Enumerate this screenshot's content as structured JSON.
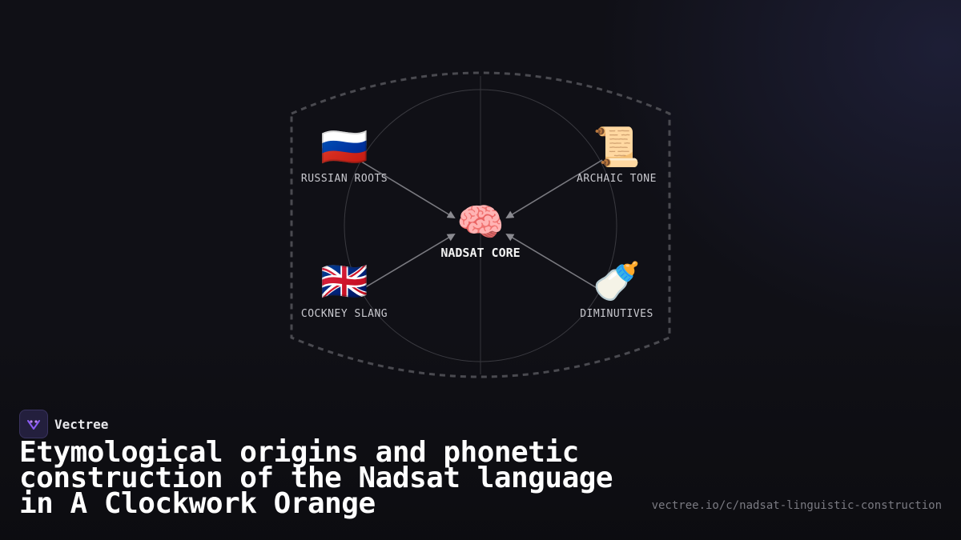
{
  "diagram": {
    "core": {
      "emoji": "🧠",
      "label": "NADSAT CORE"
    },
    "nodes": [
      {
        "emoji": "🇷🇺",
        "label": "RUSSIAN ROOTS"
      },
      {
        "emoji": "📜",
        "label": "ARCHAIC TONE"
      },
      {
        "emoji": "🇬🇧",
        "label": "COCKNEY SLANG"
      },
      {
        "emoji": "🍼",
        "label": "DIMINUTIVES"
      }
    ]
  },
  "brand": {
    "name": "Vectree"
  },
  "title": "Etymological origins and phonetic construction of the Nadsat language in A Clockwork Orange",
  "url": "vectree.io/c/nadsat-linguistic-construction"
}
